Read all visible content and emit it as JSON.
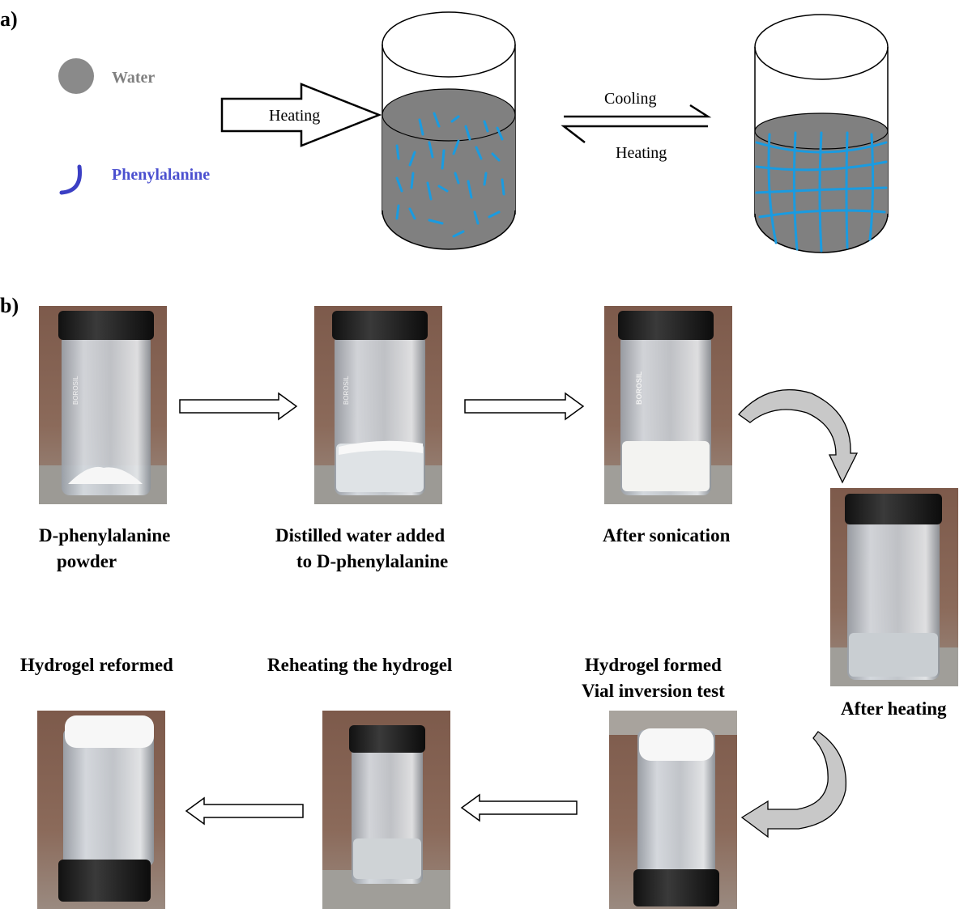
{
  "panel_a": {
    "label": "a)",
    "legend": {
      "water": {
        "label": "Water",
        "color": "#8a8a8a",
        "text_color": "#808080"
      },
      "phenylalanine": {
        "label": "Phenylalanine",
        "color": "#3b3fc4",
        "text_color": "#4a4fcf"
      }
    },
    "arrow_heating": "Heating",
    "eq_forward": "Cooling",
    "eq_reverse": "Heating",
    "fiber_color": "#1a9be0",
    "liquid_color": "#808080"
  },
  "panel_b": {
    "label": "b)",
    "steps": [
      {
        "lines": [
          "D-phenylalanine",
          "powder"
        ]
      },
      {
        "lines": [
          "Distilled water added",
          "to D-phenylalanine"
        ]
      },
      {
        "lines": [
          "After sonication"
        ]
      },
      {
        "lines": [
          "After heating"
        ]
      },
      {
        "lines": [
          "Hydrogel formed",
          "Vial inversion test"
        ]
      },
      {
        "lines": [
          "Reheating the hydrogel"
        ]
      },
      {
        "lines": [
          "Hydrogel reformed"
        ]
      }
    ],
    "vial_brand": "BOROSIL"
  }
}
